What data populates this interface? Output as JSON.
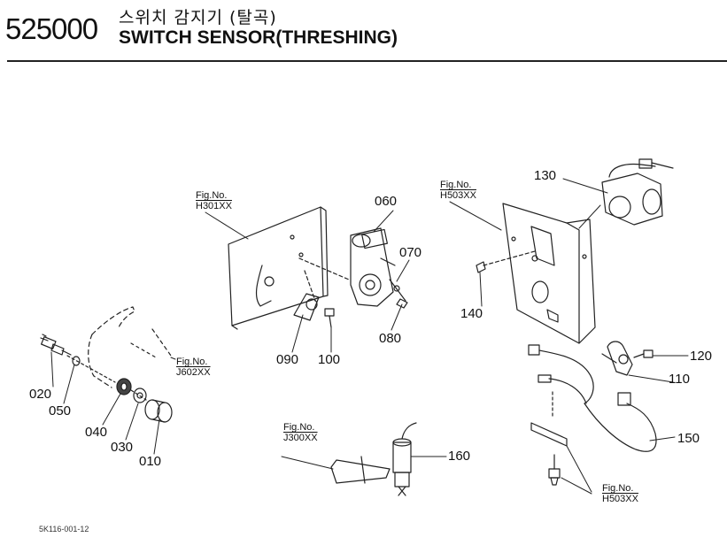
{
  "header": {
    "code": "525000",
    "title_ko": "스위치 감지기 (탈곡)",
    "title_en": "SWITCH SENSOR(THRESHING)"
  },
  "parts": [
    {
      "id": "020"
    },
    {
      "id": "050"
    },
    {
      "id": "040"
    },
    {
      "id": "030"
    },
    {
      "id": "010"
    },
    {
      "id": "060"
    },
    {
      "id": "070"
    },
    {
      "id": "080"
    },
    {
      "id": "090"
    },
    {
      "id": "100"
    },
    {
      "id": "130"
    },
    {
      "id": "140"
    },
    {
      "id": "120"
    },
    {
      "id": "110"
    },
    {
      "id": "150"
    },
    {
      "id": "160"
    }
  ],
  "figure_refs": [
    {
      "prefix": "Fig.No.",
      "number": "J602XX"
    },
    {
      "prefix": "Fig.No.",
      "number": "H301XX"
    },
    {
      "prefix": "Fig.No.",
      "number": "H503XX"
    },
    {
      "prefix": "Fig.No.",
      "number": "J300XX"
    },
    {
      "prefix": "Fig.No.",
      "number": "H503XX"
    }
  ],
  "footer": {
    "doc_id": "5K116-001-12"
  }
}
